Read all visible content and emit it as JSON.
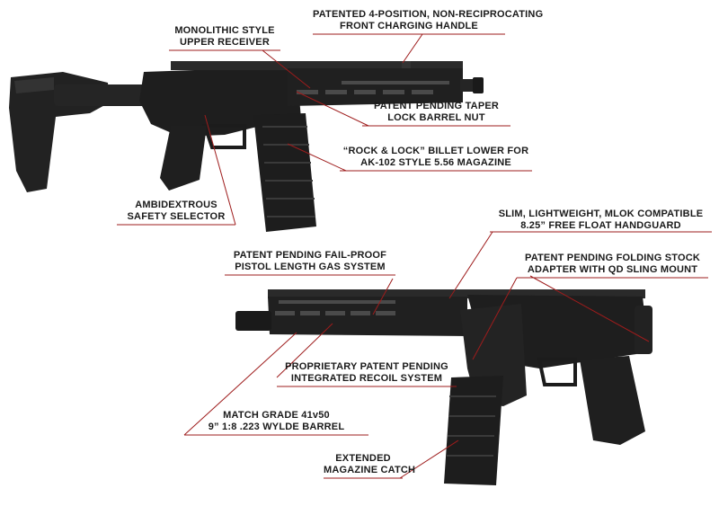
{
  "callouts": {
    "front_charging_handle": [
      "PATENTED 4-POSITION, NON-RECIPROCATING",
      "FRONT CHARGING HANDLE"
    ],
    "upper_receiver": [
      "MONOLITHIC STYLE",
      "UPPER RECEIVER"
    ],
    "barrel_nut": [
      "PATENT PENDING TAPER",
      "LOCK BARREL NUT"
    ],
    "billet_lower": [
      "“ROCK & LOCK” BILLET LOWER FOR",
      "AK-102 STYLE 5.56 MAGAZINE"
    ],
    "safety_selector": [
      "AMBIDEXTROUS",
      "SAFETY SELECTOR"
    ],
    "handguard": [
      "SLIM, LIGHTWEIGHT, MLOK COMPATIBLE",
      "8.25” FREE FLOAT HANDGUARD"
    ],
    "gas_system": [
      "PATENT PENDING FAIL-PROOF",
      "PISTOL LENGTH GAS SYSTEM"
    ],
    "folding_stock": [
      "PATENT PENDING FOLDING STOCK",
      "ADAPTER WITH QD SLING MOUNT"
    ],
    "recoil_system": [
      "PROPRIETARY PATENT PENDING",
      "INTEGRATED RECOIL SYSTEM"
    ],
    "barrel": [
      "MATCH GRADE 41v50",
      "9” 1:8 .223 WYLDE BARREL"
    ],
    "magazine_catch": [
      "EXTENDED",
      "MAGAZINE CATCH"
    ]
  },
  "colors": {
    "leader_line": "#9e1c1c",
    "firearm_body": "#1c1c1c",
    "text": "#1a1a1a"
  }
}
